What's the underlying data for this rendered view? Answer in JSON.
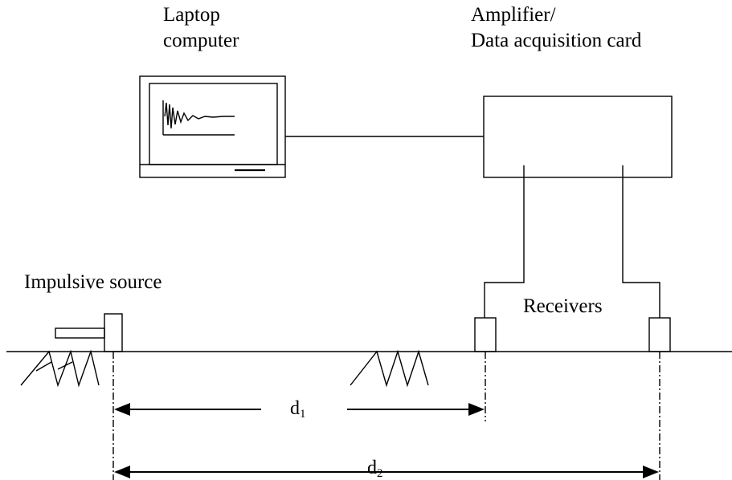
{
  "labels": {
    "laptop_line1": "Laptop",
    "laptop_line2": "computer",
    "amplifier_line1": "Amplifier/",
    "amplifier_line2": "Data acquisition card",
    "impulsive_source": "Impulsive source",
    "receivers": "Receivers"
  },
  "dimensions": {
    "d1": {
      "base": "d",
      "sub": "1"
    },
    "d2": {
      "base": "d",
      "sub": "2"
    }
  }
}
